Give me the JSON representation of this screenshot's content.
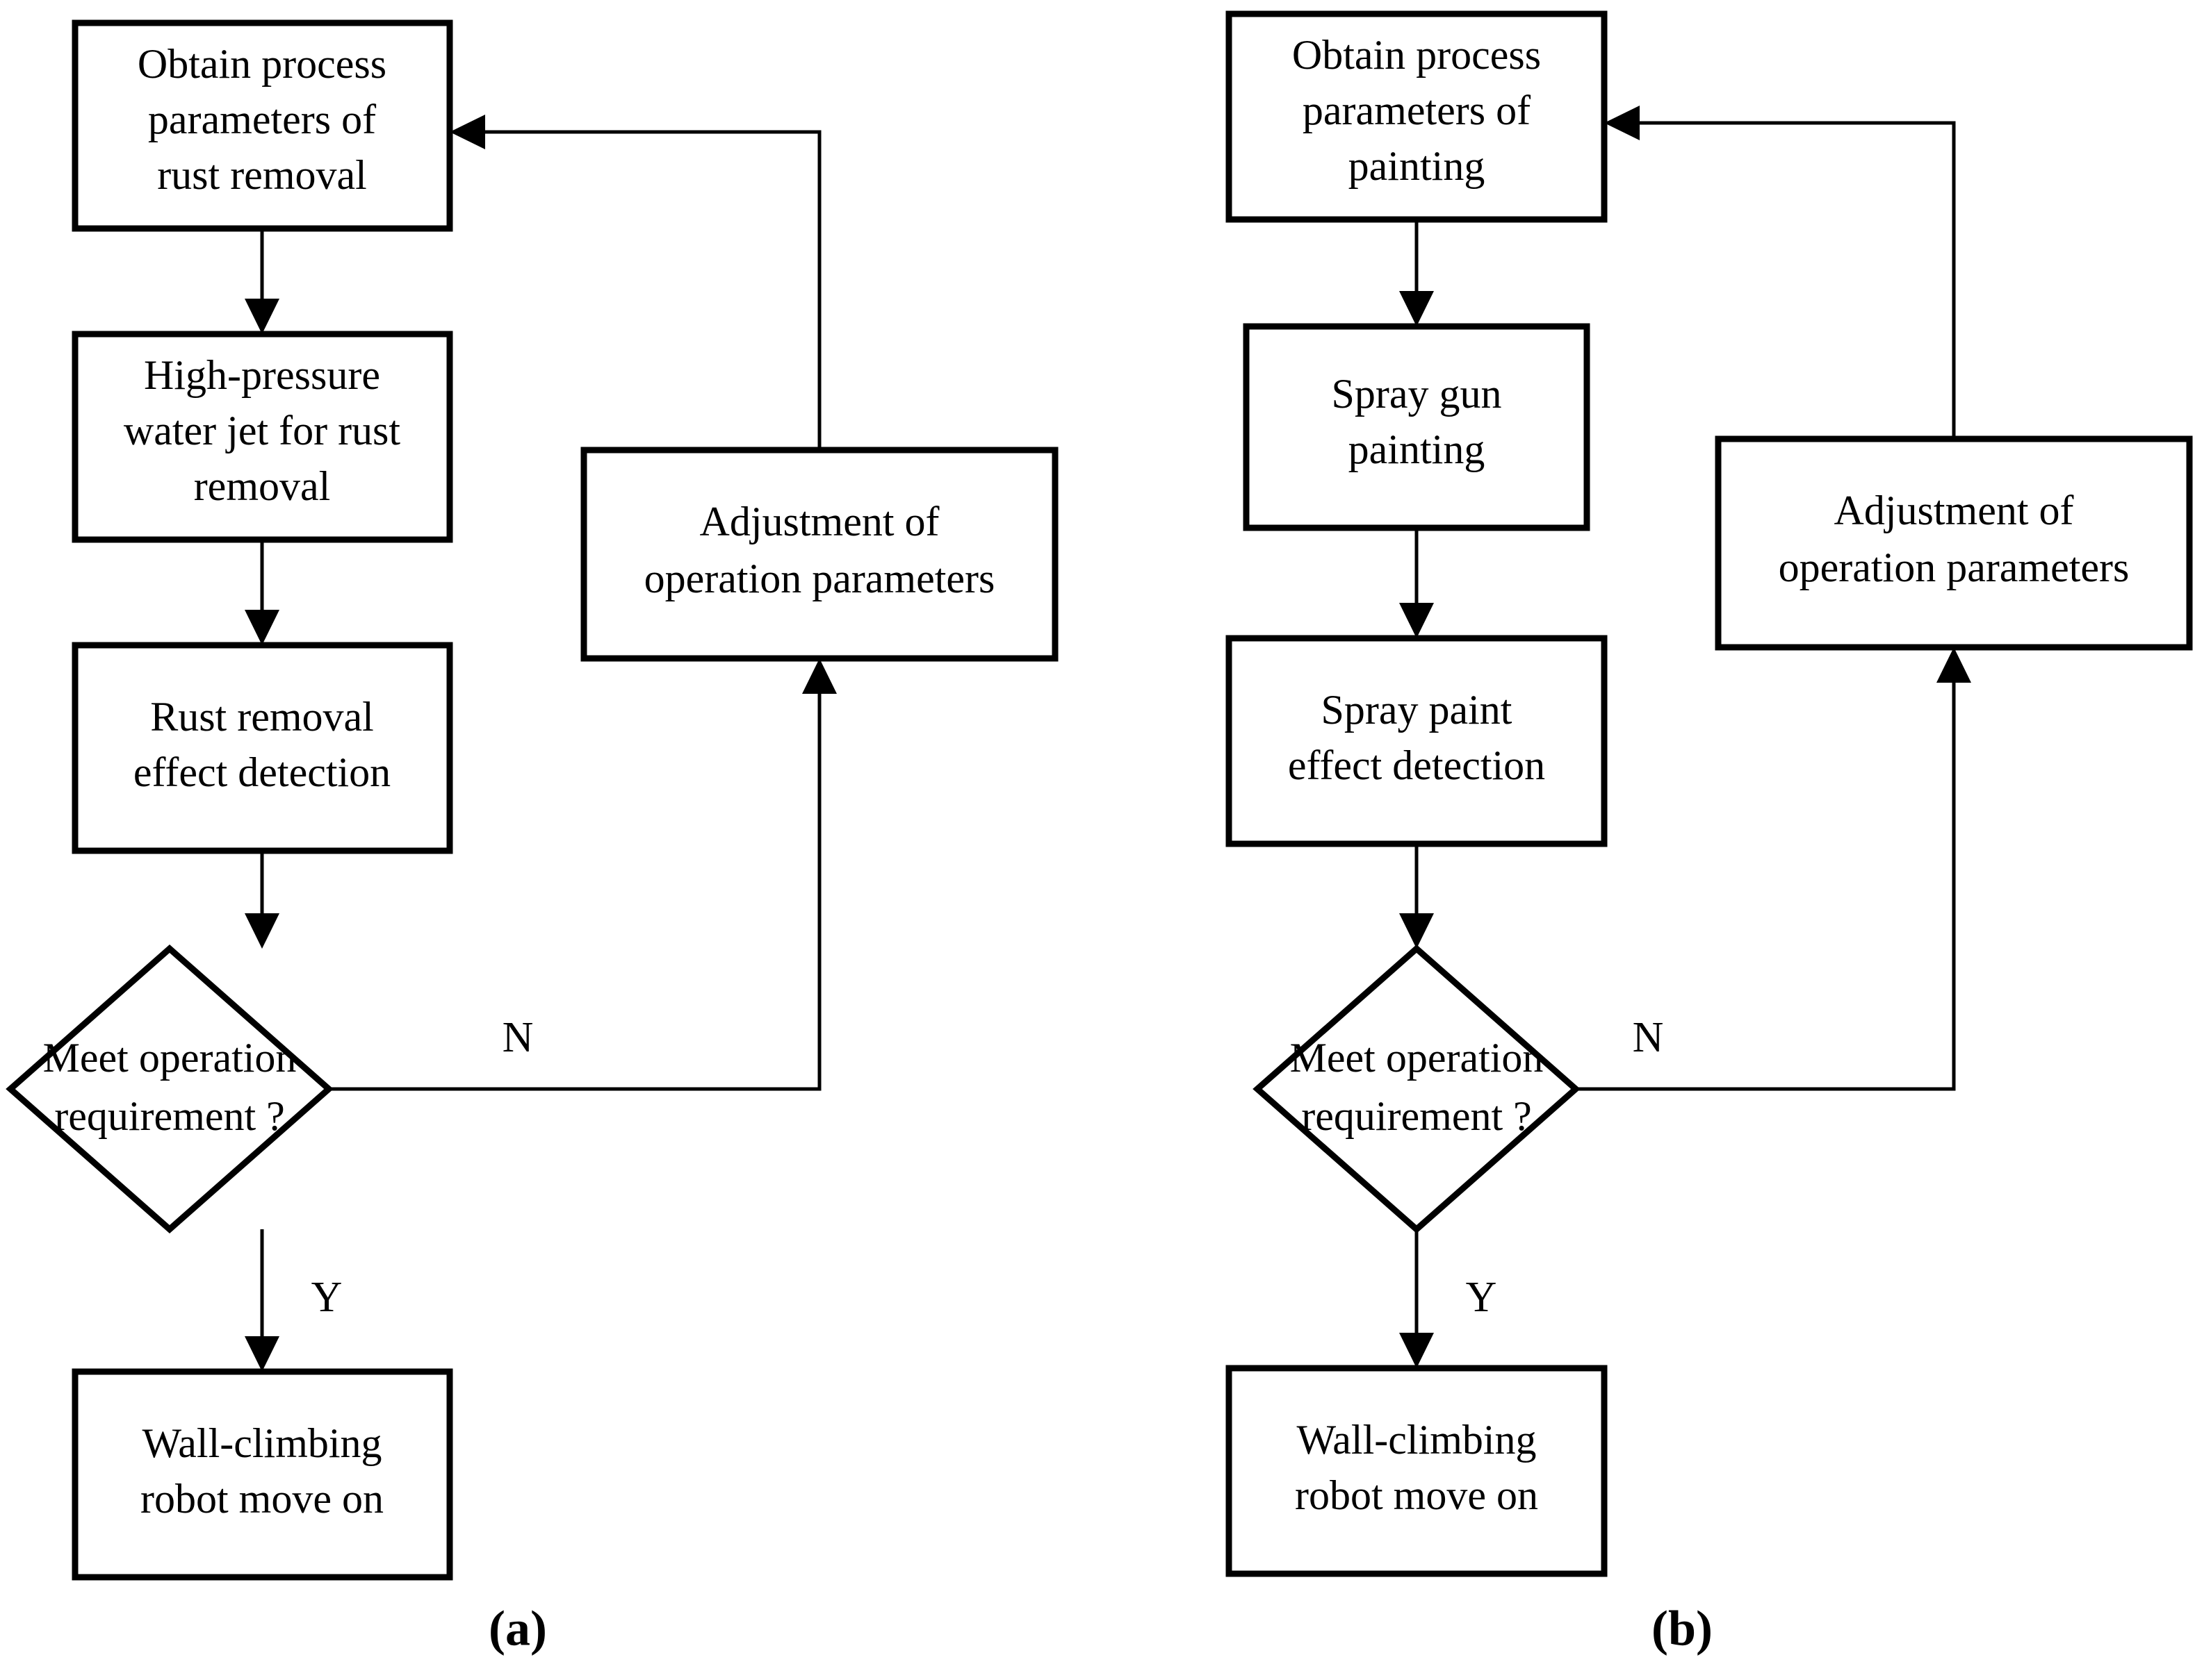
{
  "figure": {
    "background_color": "#ffffff",
    "line_color": "#000000",
    "type": "flowchart",
    "panels": [
      {
        "caption": "(a)",
        "nodes": {
          "start": {
            "label_line1": "Obtain  process",
            "label_line2": "parameters of",
            "label_line3": "rust removal"
          },
          "action": {
            "label_line1": "High-pressure",
            "label_line2": "water jet for rust",
            "label_line3": "removal"
          },
          "detect": {
            "label_line1": "Rust removal",
            "label_line2": "effect detection"
          },
          "decision": {
            "label_line1": "Meet operation",
            "label_line2": "requirement ?"
          },
          "adjust": {
            "label_line1": "Adjustment of",
            "label_line2": "operation parameters"
          },
          "end": {
            "label_line1": "Wall-climbing",
            "label_line2": "robot move on"
          }
        },
        "edge_labels": {
          "no": "N",
          "yes": "Y"
        }
      },
      {
        "caption": "(b)",
        "nodes": {
          "start": {
            "label_line1": "Obtain  process",
            "label_line2": "parameters of",
            "label_line3": "painting"
          },
          "action": {
            "label_line1": "Spray gun",
            "label_line2": "painting",
            "label_line3": ""
          },
          "detect": {
            "label_line1": "Spray paint",
            "label_line2": "effect detection"
          },
          "decision": {
            "label_line1": "Meet operation",
            "label_line2": "requirement ?"
          },
          "adjust": {
            "label_line1": "Adjustment of",
            "label_line2": "operation parameters"
          },
          "end": {
            "label_line1": "Wall-climbing",
            "label_line2": "robot move on"
          }
        },
        "edge_labels": {
          "no": "N",
          "yes": "Y"
        }
      }
    ]
  }
}
